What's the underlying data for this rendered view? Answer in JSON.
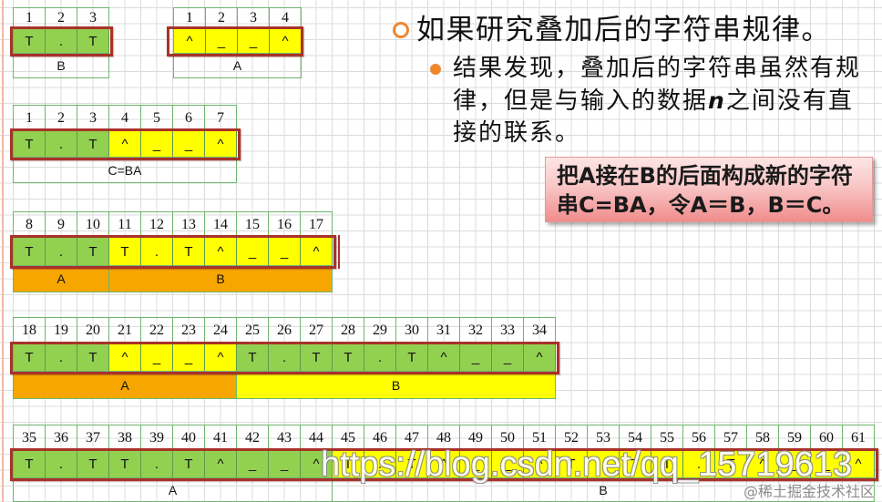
{
  "colors": {
    "cell_green": "#92d050",
    "cell_yellow": "#ffff00",
    "label_orange": "#f7a600",
    "frame_red": "#a8322a",
    "table_line": "#6fb56f",
    "bullet_orange": "#f0862e",
    "callout_red": "#f08c8c"
  },
  "heading": {
    "icon": "hollow-circle-bullet-icon",
    "text": "如果研究叠加后的字符串规律。"
  },
  "sub_bullet": {
    "icon": "filled-circle-bullet-icon",
    "line1": "结果发现，叠加后的字符串虽然有规",
    "line2_before": "律，但是与输入的数据",
    "line2_var": "n",
    "line2_after": "之间没有直",
    "line3": "接的联系。"
  },
  "callout": {
    "line1": "把A接在B的后面构成新的字符",
    "line2": "串C=BA，令A＝B，B＝C。"
  },
  "diagrams": {
    "d1_b": {
      "indices": [
        1,
        2,
        3
      ],
      "parts": [
        {
          "label": "B",
          "label_fill": null,
          "segments": [
            {
              "fill": "#92d050",
              "chars": [
                "T",
                ".",
                "T"
              ]
            }
          ]
        }
      ]
    },
    "d1_a": {
      "indices": [
        1,
        2,
        3,
        4
      ],
      "parts": [
        {
          "label": "A",
          "label_fill": null,
          "segments": [
            {
              "fill": "#ffff00",
              "chars": [
                "^",
                "_",
                "_",
                "^"
              ]
            }
          ]
        }
      ]
    },
    "d2": {
      "indices": [
        1,
        2,
        3,
        4,
        5,
        6,
        7
      ],
      "parts": [
        {
          "label": "C=BA",
          "label_fill": null,
          "segments": [
            {
              "fill": "#92d050",
              "chars": [
                "T",
                ".",
                "T"
              ]
            },
            {
              "fill": "#ffff00",
              "chars": [
                "^",
                "_",
                "_",
                "^"
              ]
            }
          ]
        }
      ]
    },
    "d3": {
      "indices": [
        8,
        9,
        10,
        11,
        12,
        13,
        14,
        15,
        16,
        17
      ],
      "parts": [
        {
          "label": "A",
          "label_fill": "#f7a600",
          "segments": [
            {
              "fill": "#92d050",
              "chars": [
                "T",
                ".",
                "T"
              ]
            }
          ]
        },
        {
          "label": "B",
          "label_fill": "#f7a600",
          "segments": [
            {
              "fill": "#ffff00",
              "chars": [
                "T",
                ".",
                "T",
                "^",
                "_",
                "_",
                "^"
              ]
            }
          ]
        }
      ]
    },
    "d4": {
      "indices": [
        18,
        19,
        20,
        21,
        22,
        23,
        24,
        25,
        26,
        27,
        28,
        29,
        30,
        31,
        32,
        33,
        34
      ],
      "parts": [
        {
          "label": "A",
          "label_fill": "#f7a600",
          "segments": [
            {
              "fill": "#92d050",
              "chars": [
                "T",
                ".",
                "T"
              ]
            },
            {
              "fill": "#ffff00",
              "chars": [
                "^",
                "_",
                "_",
                "^"
              ]
            }
          ]
        },
        {
          "label": "B",
          "label_fill": "#ffff00",
          "segments": [
            {
              "fill": "#92d050",
              "chars": [
                "T",
                ".",
                "T",
                "T",
                ".",
                "T",
                "^",
                "_",
                "_",
                "^"
              ]
            }
          ]
        }
      ]
    },
    "d5": {
      "indices": [
        35,
        36,
        37,
        38,
        39,
        40,
        41,
        42,
        43,
        44,
        45,
        46,
        47,
        48,
        49,
        50,
        51,
        52,
        53,
        54,
        55,
        56,
        57,
        58,
        59,
        60,
        61
      ],
      "parts": [
        {
          "label": "A",
          "label_fill": null,
          "segments": [
            {
              "fill": "#92d050",
              "chars": [
                "T",
                ".",
                "T",
                "T",
                ".",
                "T",
                "^",
                "_",
                "_",
                "^"
              ]
            }
          ]
        },
        {
          "label": "B",
          "label_fill": null,
          "segments": [
            {
              "fill": "#ffff00",
              "chars": [
                "T",
                ".",
                "T",
                "^",
                "_",
                "_",
                "^",
                "T",
                ".",
                "T",
                "T",
                ".",
                "T",
                "^",
                "_",
                "_",
                "^"
              ]
            }
          ]
        }
      ]
    }
  },
  "watermarks": {
    "url": "https://blog.csdn.net/qq_15719613",
    "platform": "@稀土掘金技术社区"
  }
}
